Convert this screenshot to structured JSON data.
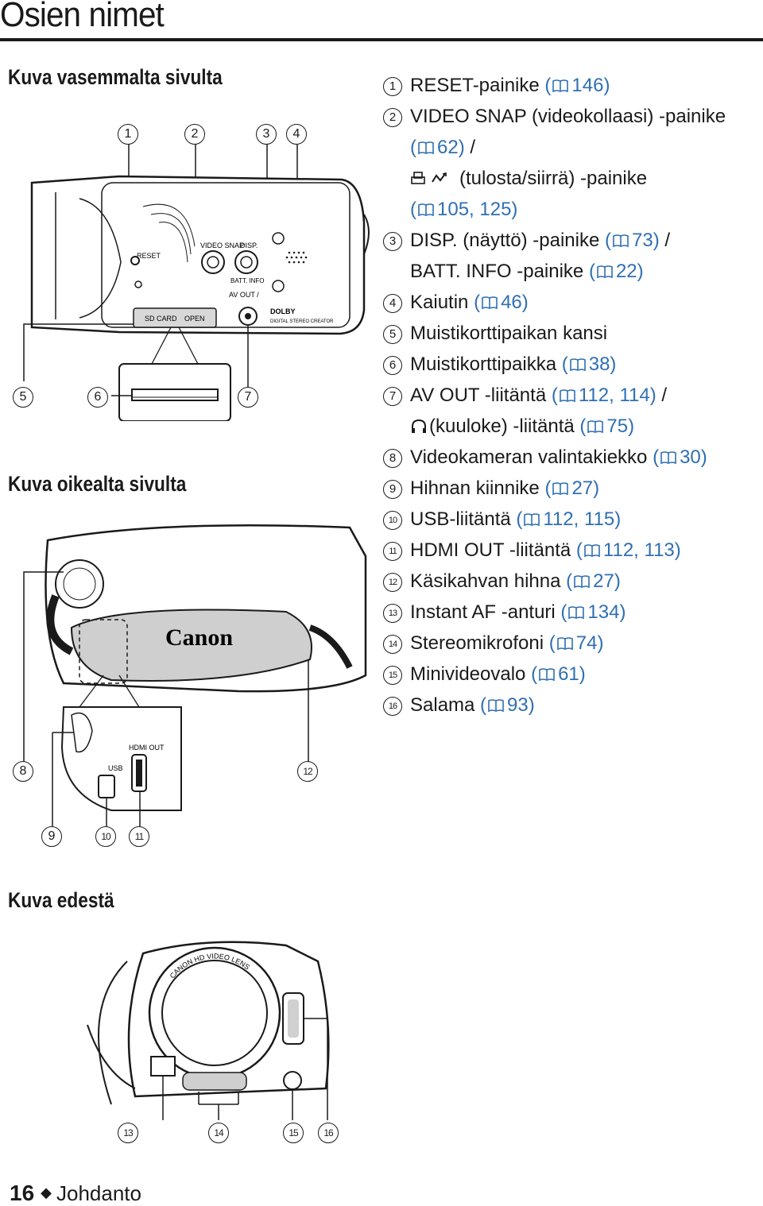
{
  "page": {
    "title": "Osien nimet",
    "footer": {
      "page_number": "16",
      "section": "Johdanto"
    }
  },
  "sections": {
    "left_side": "Kuva vasemmalta sivulta",
    "right_side": "Kuva oikealta sivulta",
    "front": "Kuva edestä"
  },
  "figure_labels": {
    "reset": "RESET",
    "video_snap": "VIDEO SNAP",
    "disp": "DISP.",
    "batt_info": "BATT. INFO",
    "av_out": "AV OUT /",
    "sd_card": "SD CARD",
    "open": "OPEN",
    "dolby": "DOLBY",
    "digital_stereo": "DIGITAL STEREO CREATOR",
    "brand": "Canon",
    "usb": "USB",
    "hdmi_out": "HDMI OUT",
    "lens_text": "CANON HD VIDEO LENS"
  },
  "items": [
    {
      "n": "1",
      "lines": [
        {
          "text": "RESET-painike (",
          "ref": "146)"
        }
      ]
    },
    {
      "n": "2",
      "lines": [
        {
          "text": "VIDEO SNAP (videokollaasi) -painike"
        },
        {
          "text": "(",
          "ref": "62)",
          "after": " /"
        },
        {
          "text": "(tulosta/siirrä) -painike",
          "icon": "print-share-icon"
        },
        {
          "text": "(",
          "ref": "105, 125)"
        }
      ]
    },
    {
      "n": "3",
      "lines": [
        {
          "text": "DISP. (näyttö) -painike (",
          "ref": "73)",
          "after": " /"
        },
        {
          "text": "BATT. INFO -painike (",
          "ref": "22)"
        }
      ]
    },
    {
      "n": "4",
      "lines": [
        {
          "text": "Kaiutin (",
          "ref": "46)"
        }
      ]
    },
    {
      "n": "5",
      "lines": [
        {
          "text": "Muistikorttipaikan kansi"
        }
      ]
    },
    {
      "n": "6",
      "lines": [
        {
          "text": "Muistikorttipaikka (",
          "ref": "38)"
        }
      ]
    },
    {
      "n": "7",
      "lines": [
        {
          "text": "AV OUT -liitäntä (",
          "ref": "112, 114)",
          "after": " /"
        },
        {
          "text": "(kuuloke) -liitäntä (",
          "ref": "75)",
          "icon": "headphone-icon"
        }
      ]
    },
    {
      "n": "8",
      "lines": [
        {
          "text": "Videokameran valintakiekko (",
          "ref": "30)"
        }
      ]
    },
    {
      "n": "9",
      "lines": [
        {
          "text": "Hihnan kiinnike (",
          "ref": "27)"
        }
      ]
    },
    {
      "n": "10",
      "lines": [
        {
          "text": "USB-liitäntä (",
          "ref": "112, 115)"
        }
      ]
    },
    {
      "n": "11",
      "lines": [
        {
          "text": "HDMI OUT -liitäntä (",
          "ref": "112, 113)"
        }
      ]
    },
    {
      "n": "12",
      "lines": [
        {
          "text": "Käsikahvan hihna (",
          "ref": "27)"
        }
      ]
    },
    {
      "n": "13",
      "lines": [
        {
          "text": "Instant AF -anturi (",
          "ref": "134)"
        }
      ]
    },
    {
      "n": "14",
      "lines": [
        {
          "text": "Stereomikrofoni (",
          "ref": "74)"
        }
      ]
    },
    {
      "n": "15",
      "lines": [
        {
          "text": "Minivideovalo (",
          "ref": "61)"
        }
      ]
    },
    {
      "n": "16",
      "lines": [
        {
          "text": "Salama (",
          "ref": "93)"
        }
      ]
    }
  ],
  "callouts": [
    "1",
    "2",
    "3",
    "4",
    "5",
    "6",
    "7",
    "8",
    "9",
    "10",
    "11",
    "12",
    "13",
    "14",
    "15",
    "16"
  ]
}
